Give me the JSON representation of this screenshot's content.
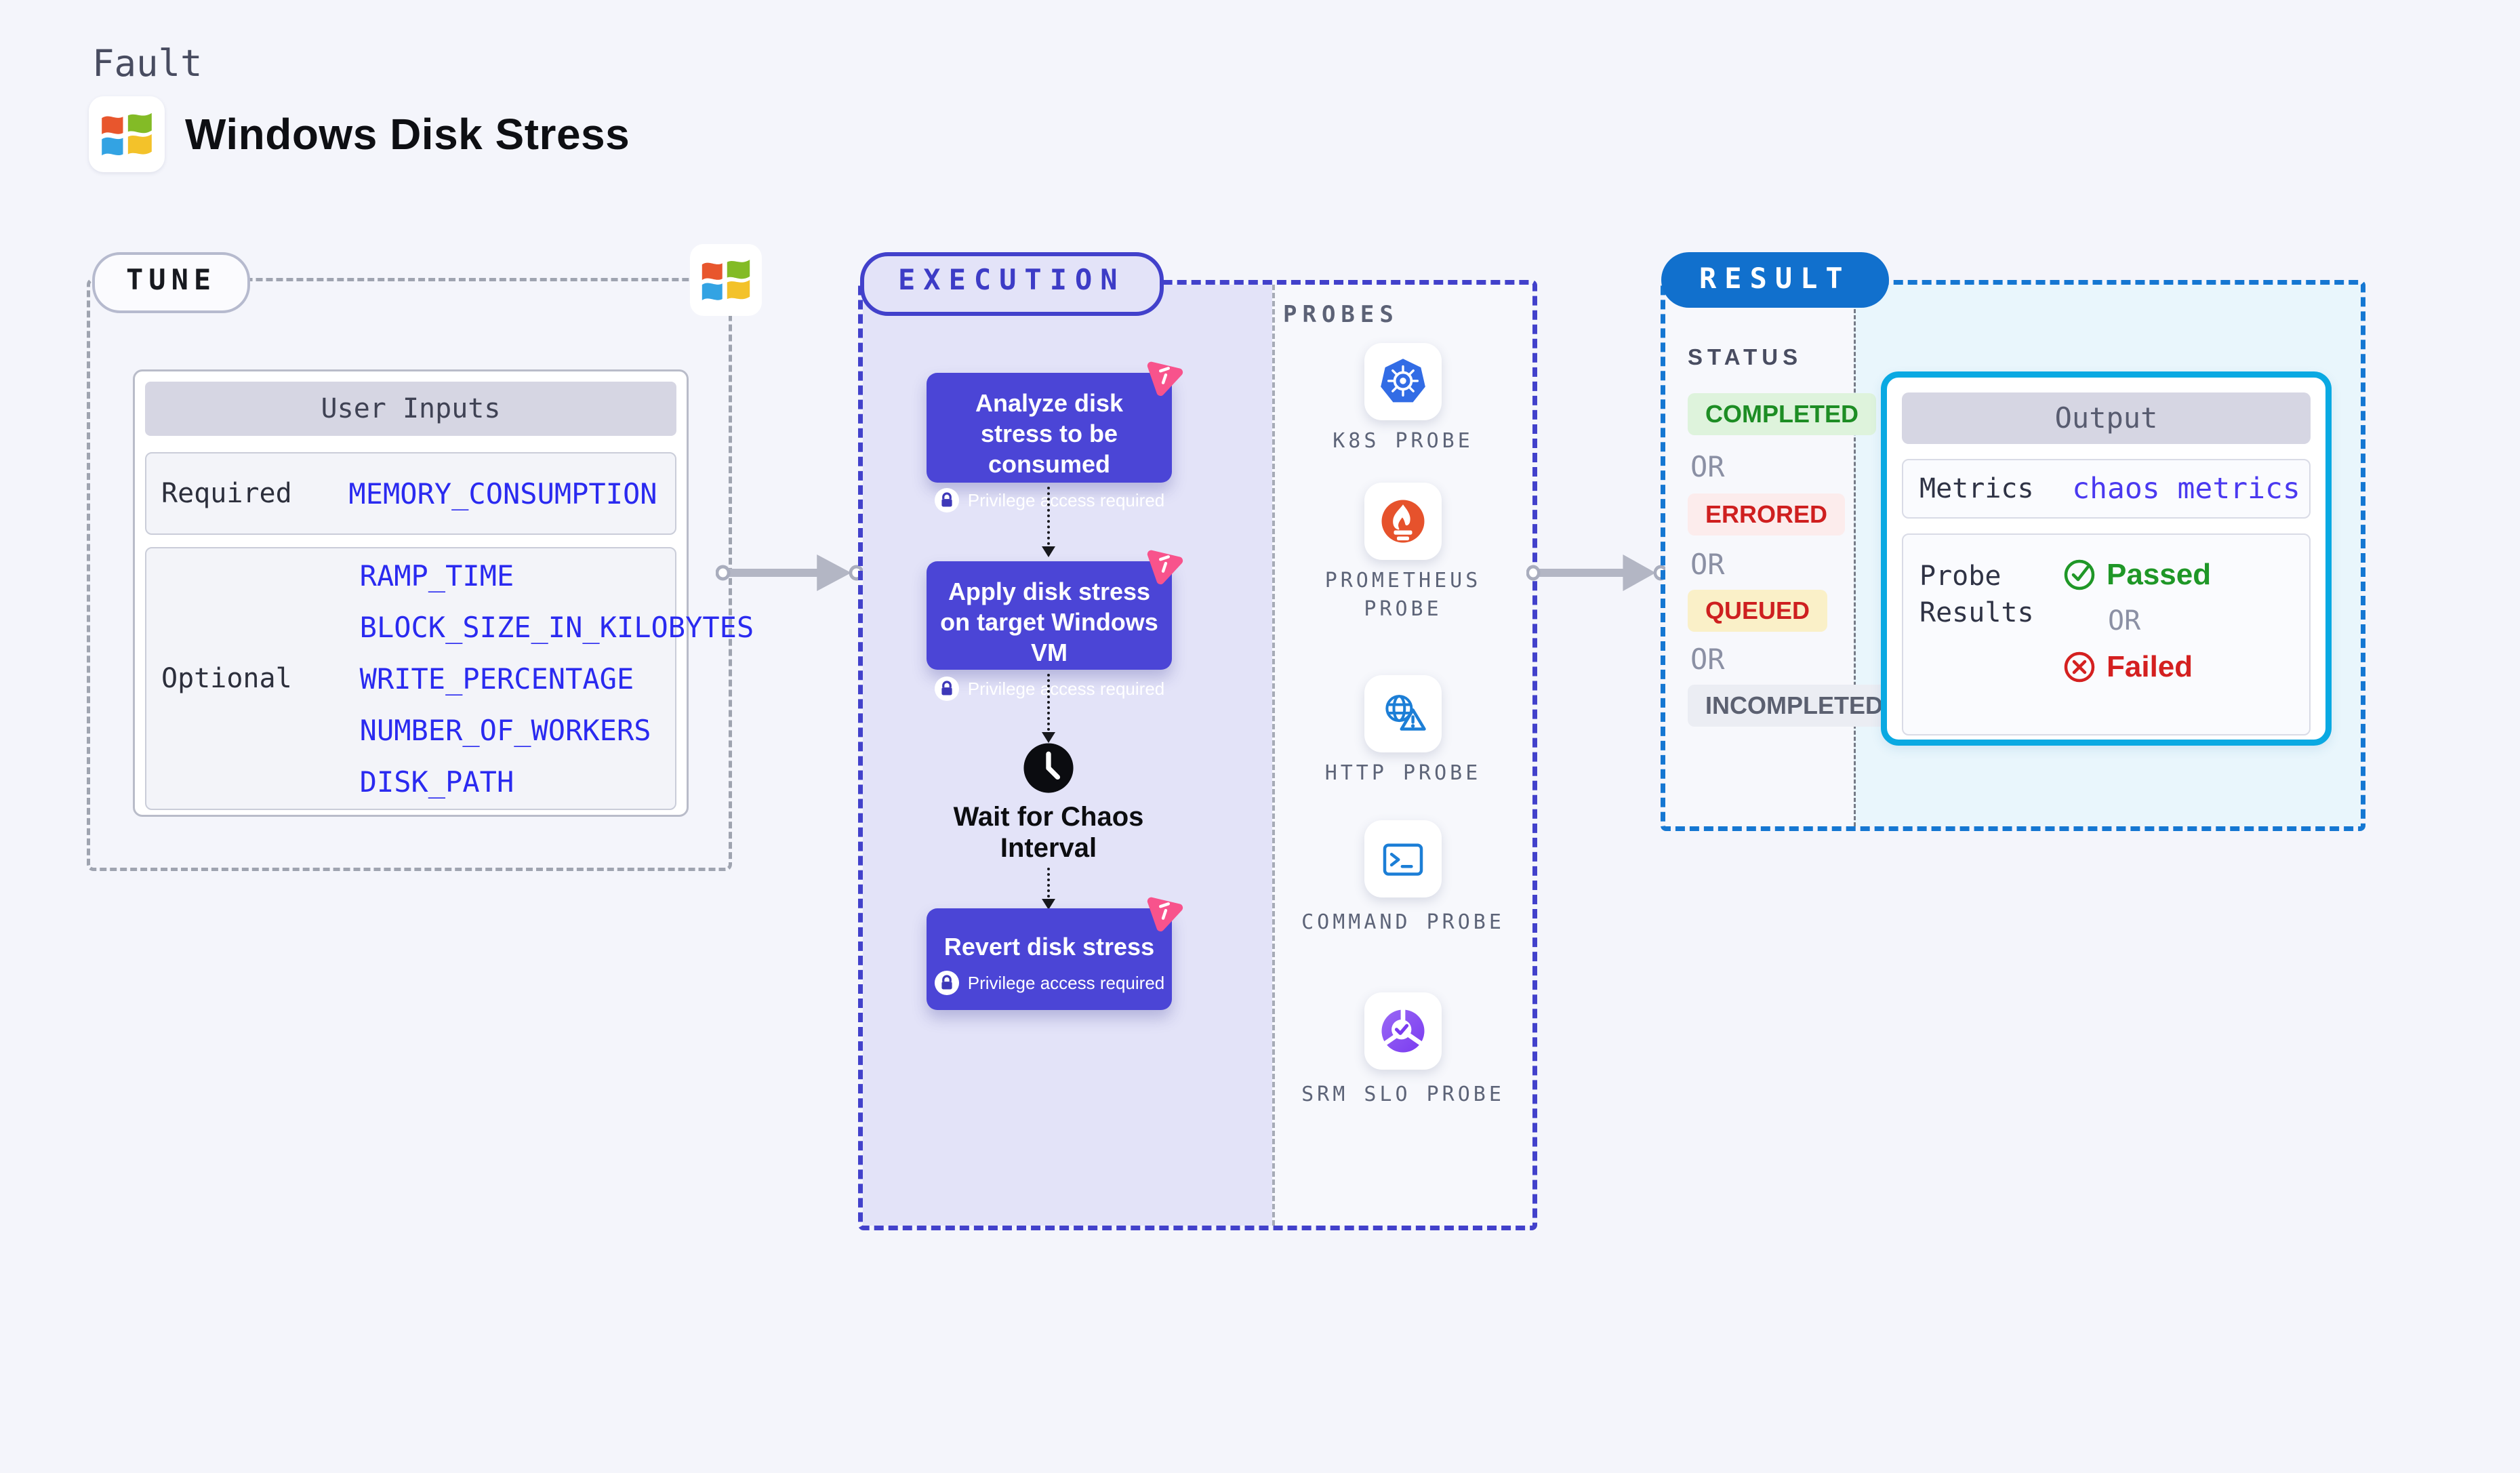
{
  "header": {
    "kicker": "Fault",
    "title": "Windows Disk Stress"
  },
  "tune": {
    "badge": "TUNE",
    "table": {
      "title": "User Inputs",
      "required_label": "Required",
      "required_param": "MEMORY_CONSUMPTION",
      "optional_label": "Optional",
      "optional_params": [
        "RAMP_TIME",
        "BLOCK_SIZE_IN_KILOBYTES",
        "WRITE_PERCENTAGE",
        "NUMBER_OF_WORKERS",
        "DISK_PATH"
      ]
    }
  },
  "execution": {
    "badge": "EXECUTION",
    "steps": [
      "Analyze disk stress to be consumed",
      "Apply disk stress on target Windows VM",
      "Revert disk stress"
    ],
    "privilege_note": "Privilege access required",
    "wait_label": "Wait for Chaos Interval"
  },
  "probes": {
    "heading": "PROBES",
    "items": [
      {
        "label": "K8S PROBE",
        "icon": "kubernetes-icon"
      },
      {
        "label": "PROMETHEUS PROBE",
        "icon": "prometheus-icon"
      },
      {
        "label": "HTTP PROBE",
        "icon": "http-globe-icon"
      },
      {
        "label": "COMMAND PROBE",
        "icon": "terminal-icon"
      },
      {
        "label": "SRM SLO PROBE",
        "icon": "srm-slo-icon"
      }
    ]
  },
  "result": {
    "badge": "RESULT",
    "status_heading": "STATUS",
    "or_label": "OR",
    "statuses": [
      {
        "label": "COMPLETED",
        "fg": "#1d8d24",
        "bg": "#def3dc"
      },
      {
        "label": "ERRORED",
        "fg": "#cf1f1f",
        "bg": "#fcecec"
      },
      {
        "label": "QUEUED",
        "fg": "#ce2020",
        "bg": "#faf0c8"
      },
      {
        "label": "INCOMPLETED",
        "fg": "#5b6070",
        "bg": "#ebedf3"
      }
    ],
    "output": {
      "title": "Output",
      "metrics_label": "Metrics",
      "metrics_value": "chaos metrics",
      "probe_results_label": "Probe Results",
      "passed_label": "Passed",
      "failed_label": "Failed"
    }
  },
  "colors": {
    "page_bg": "#f4f5fb",
    "step_card": "#4b45d6",
    "execution_border": "#4241cb",
    "execution_fill": "#e3e3f8",
    "tune_border": "#9fa4b0",
    "result_border": "#1577d2",
    "result_fill": "#e9f6fc",
    "result_badge_bg": "#1170cd",
    "output_border": "#0aa9e2",
    "param_blue": "#2a2af0",
    "metrics_value_blue": "#4a39f0",
    "passed_green": "#1f9727",
    "failed_red": "#d42020",
    "chaos_pink": "#f8538c",
    "arrow_gray": "#b3b6c4"
  }
}
